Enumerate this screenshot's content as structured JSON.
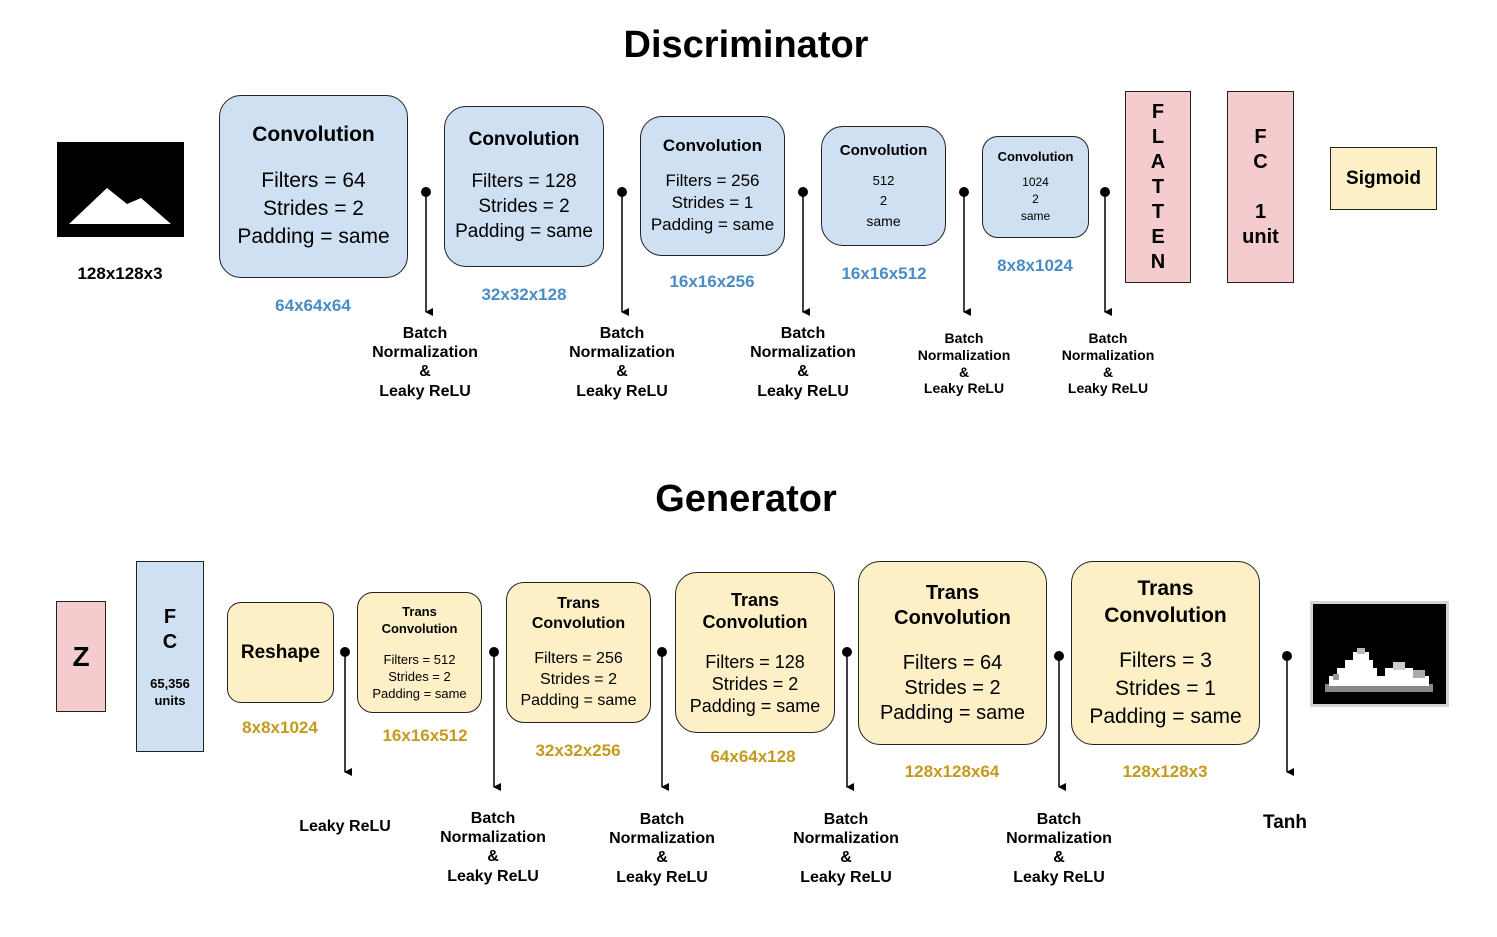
{
  "discriminator": {
    "title": "Discriminator",
    "input_label": "128x128x3",
    "convs": [
      {
        "name": "Convolution",
        "filters": "Filters = 64",
        "strides": "Strides = 2",
        "padding": "Padding = same",
        "shape": "64x64x64"
      },
      {
        "name": "Convolution",
        "filters": "Filters = 128",
        "strides": "Strides = 2",
        "padding": "Padding = same",
        "shape": "32x32x128"
      },
      {
        "name": "Convolution",
        "filters": "Filters = 256",
        "strides": "Strides = 1",
        "padding": "Padding = same",
        "shape": "16x16x256"
      },
      {
        "name": "Convolution",
        "filters": "512",
        "strides": "2",
        "padding": "same",
        "shape": "16x16x512"
      },
      {
        "name": "Convolution",
        "filters": "1024",
        "strides": "2",
        "padding": "same",
        "shape": "8x8x1024"
      }
    ],
    "activations": [
      [
        "Batch",
        "Normalization",
        "&",
        "Leaky ReLU"
      ],
      [
        "Batch",
        "Normalization",
        "&",
        "Leaky ReLU"
      ],
      [
        "Batch",
        "Normalization",
        "&",
        "Leaky ReLU"
      ],
      [
        "Batch",
        "Normalization",
        "&",
        "Leaky ReLU"
      ],
      [
        "Batch",
        "Normalization",
        "&",
        "Leaky ReLU"
      ]
    ],
    "flatten_letters": [
      "F",
      "L",
      "A",
      "T",
      "T",
      "E",
      "N"
    ],
    "fc": [
      "F",
      "C",
      "",
      "1",
      "unit"
    ],
    "sigmoid": "Sigmoid"
  },
  "generator": {
    "title": "Generator",
    "z": "Z",
    "fc": {
      "l1": "F",
      "l2": "C",
      "units1": "65,356",
      "units2": "units"
    },
    "reshape": "Reshape",
    "reshape_shape": "8x8x1024",
    "tconvs": [
      {
        "l1": "Trans",
        "l2": "Convolution",
        "filters": "Filters = 512",
        "strides": "Strides = 2",
        "padding": "Padding = same",
        "shape": "16x16x512"
      },
      {
        "l1": "Trans",
        "l2": "Convolution",
        "filters": "Filters = 256",
        "strides": "Strides = 2",
        "padding": "Padding = same",
        "shape": "32x32x256"
      },
      {
        "l1": "Trans",
        "l2": "Convolution",
        "filters": "Filters = 128",
        "strides": "Strides = 2",
        "padding": "Padding = same",
        "shape": "64x64x128"
      },
      {
        "l1": "Trans",
        "l2": "Convolution",
        "filters": "Filters = 64",
        "strides": "Strides = 2",
        "padding": "Padding = same",
        "shape": "128x128x64"
      },
      {
        "l1": "Trans",
        "l2": "Convolution",
        "filters": "Filters = 3",
        "strides": "Strides = 1",
        "padding": "Padding = same",
        "shape": "128x128x3"
      }
    ],
    "first_activation": "Leaky ReLU",
    "activations": [
      [
        "Batch",
        "Normalization",
        "&",
        "Leaky ReLU"
      ],
      [
        "Batch",
        "Normalization",
        "&",
        "Leaky ReLU"
      ],
      [
        "Batch",
        "Normalization",
        "&",
        "Leaky ReLU"
      ],
      [
        "Batch",
        "Normalization",
        "&",
        "Leaky ReLU"
      ]
    ],
    "tanh": "Tanh"
  }
}
